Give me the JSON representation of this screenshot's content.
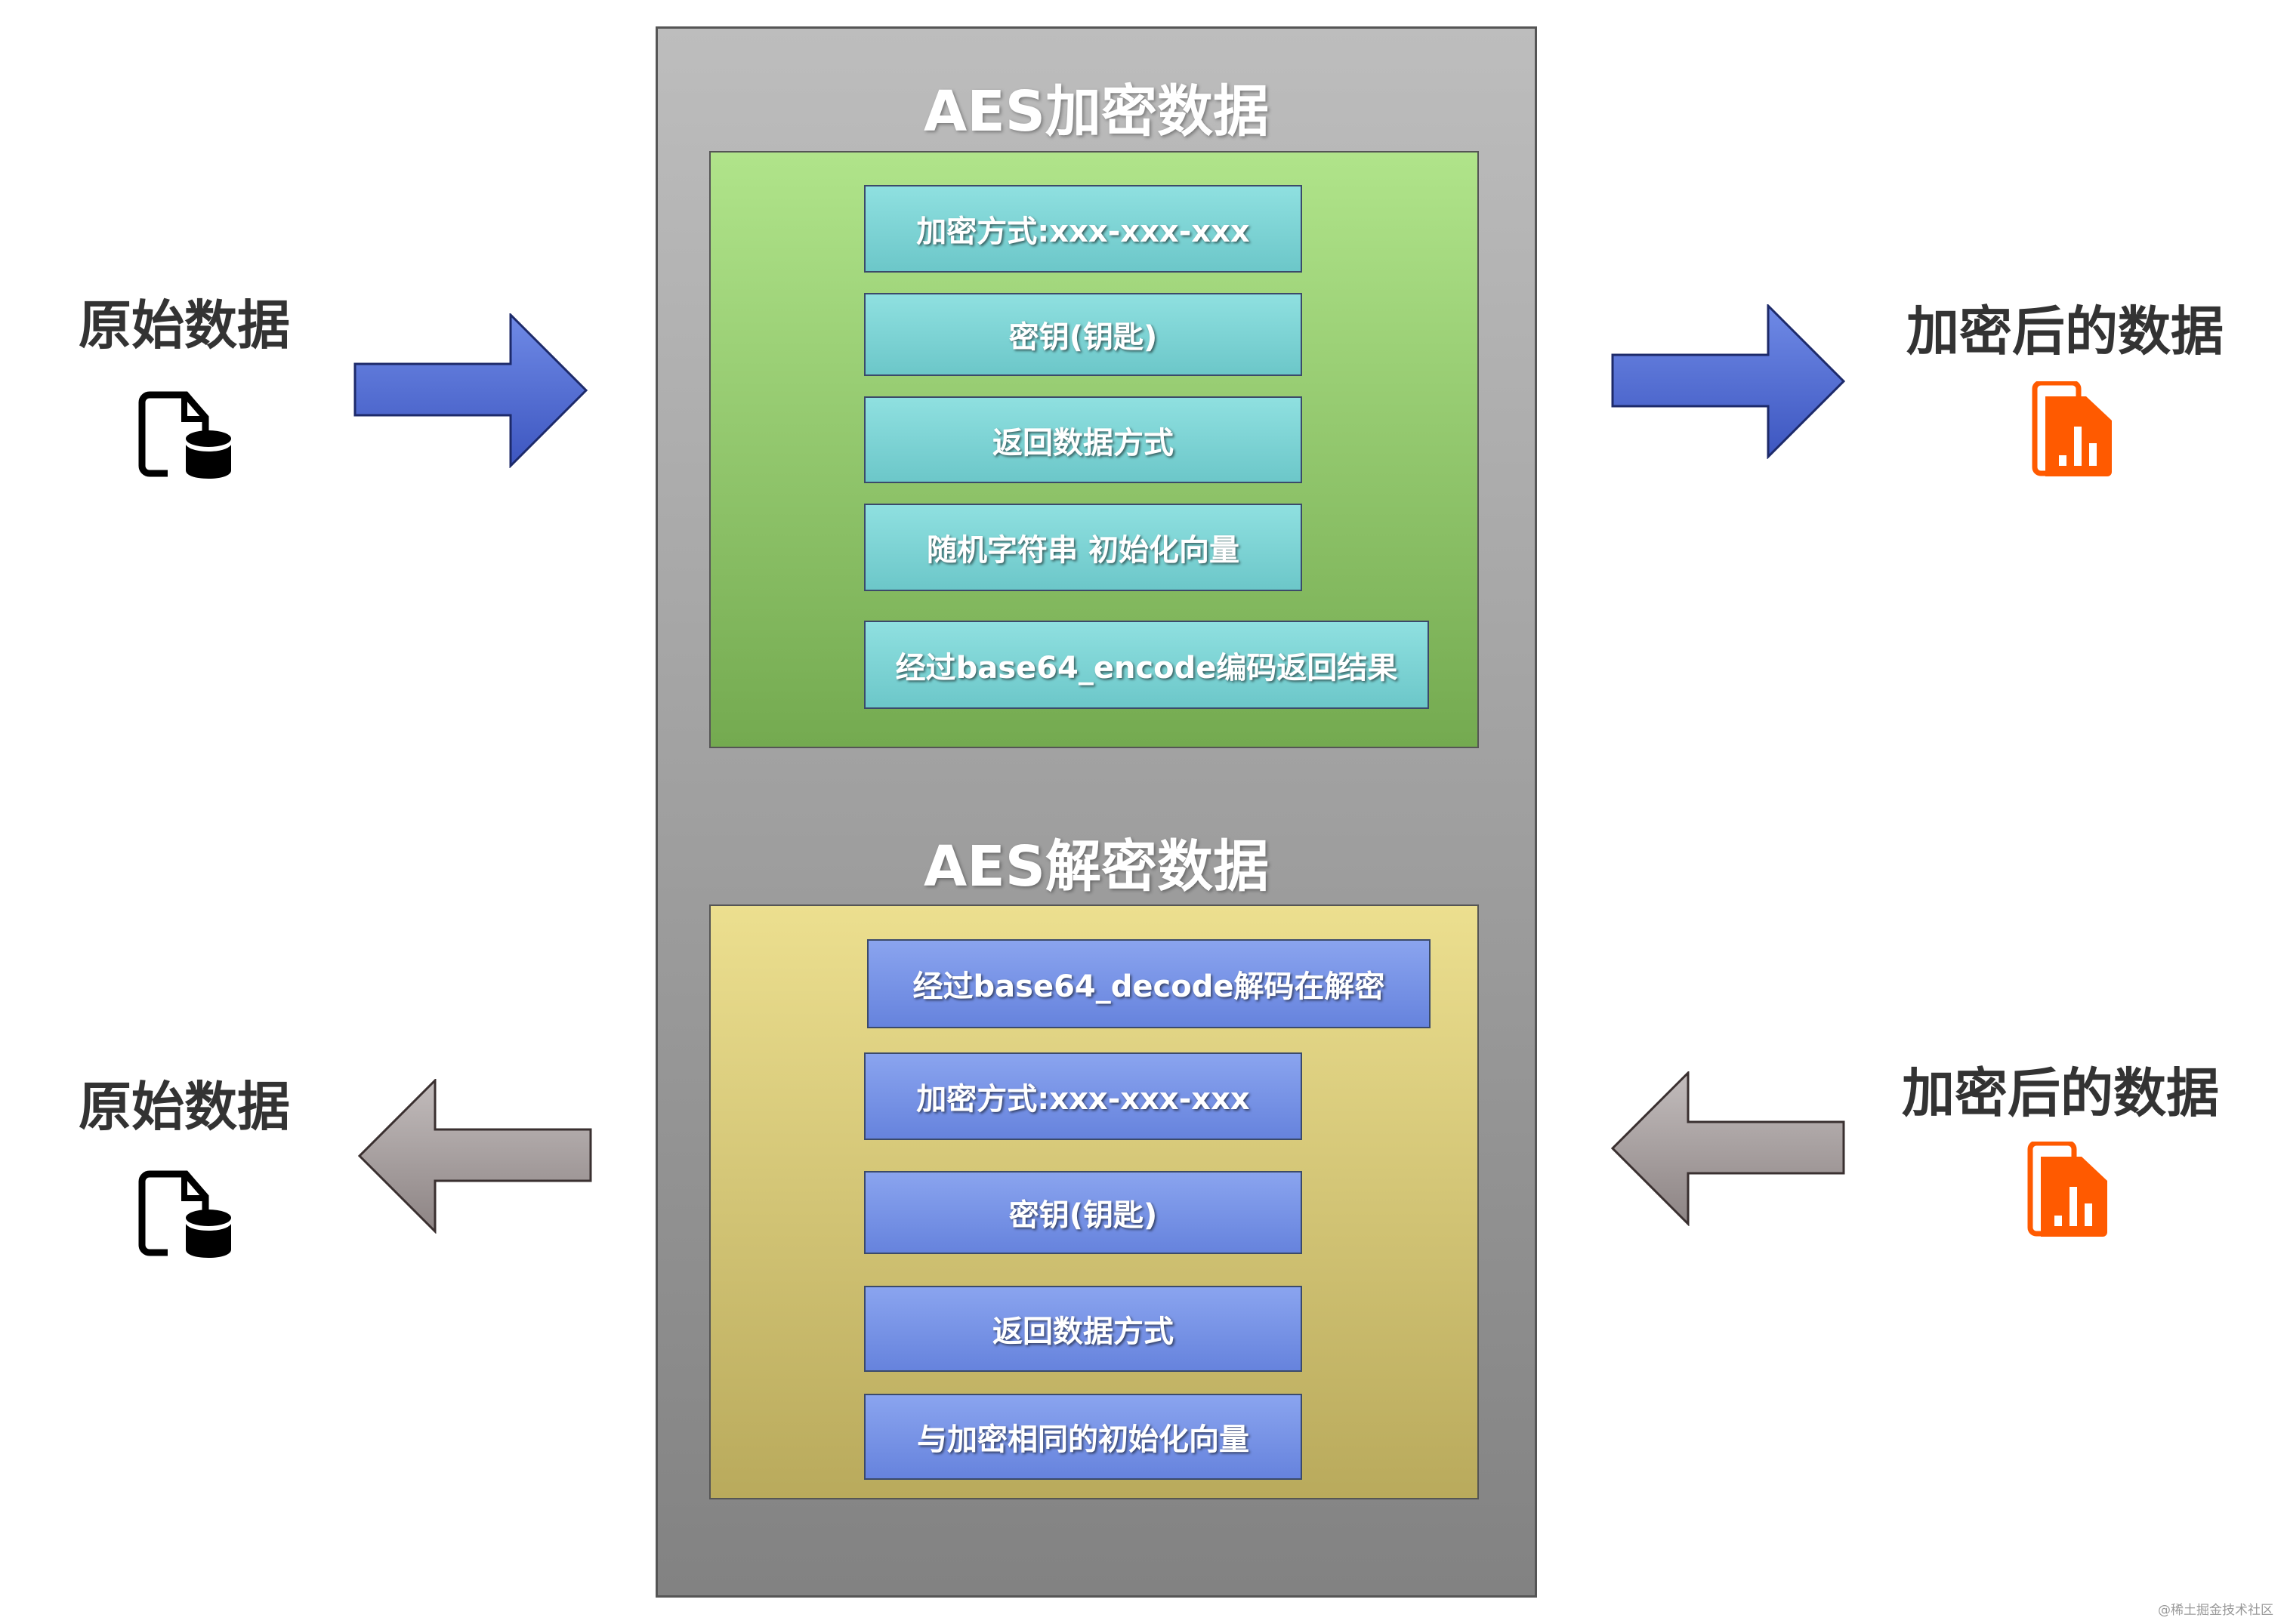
{
  "encrypt": {
    "title": "AES加密数据",
    "steps": [
      "加密方式:xxx-xxx-xxx",
      "密钥(钥匙)",
      "返回数据方式",
      "随机字符串 初始化向量",
      "经过base64_encode编码返回结果"
    ]
  },
  "decrypt": {
    "title": "AES解密数据",
    "steps": [
      "经过base64_decode解码在解密",
      "加密方式:xxx-xxx-xxx",
      "密钥(钥匙)",
      "返回数据方式",
      "与加密相同的初始化向量"
    ]
  },
  "left": {
    "top_label": "原始数据",
    "bottom_label": "原始数据"
  },
  "right": {
    "top_label": "加密后的数据",
    "bottom_label": "加密后的数据"
  },
  "watermark": "@稀土掘金技术社区",
  "colors": {
    "arrow_blue": "#5470d6",
    "arrow_gray": "#a8a0a0",
    "accent_orange": "#ff5a00"
  }
}
